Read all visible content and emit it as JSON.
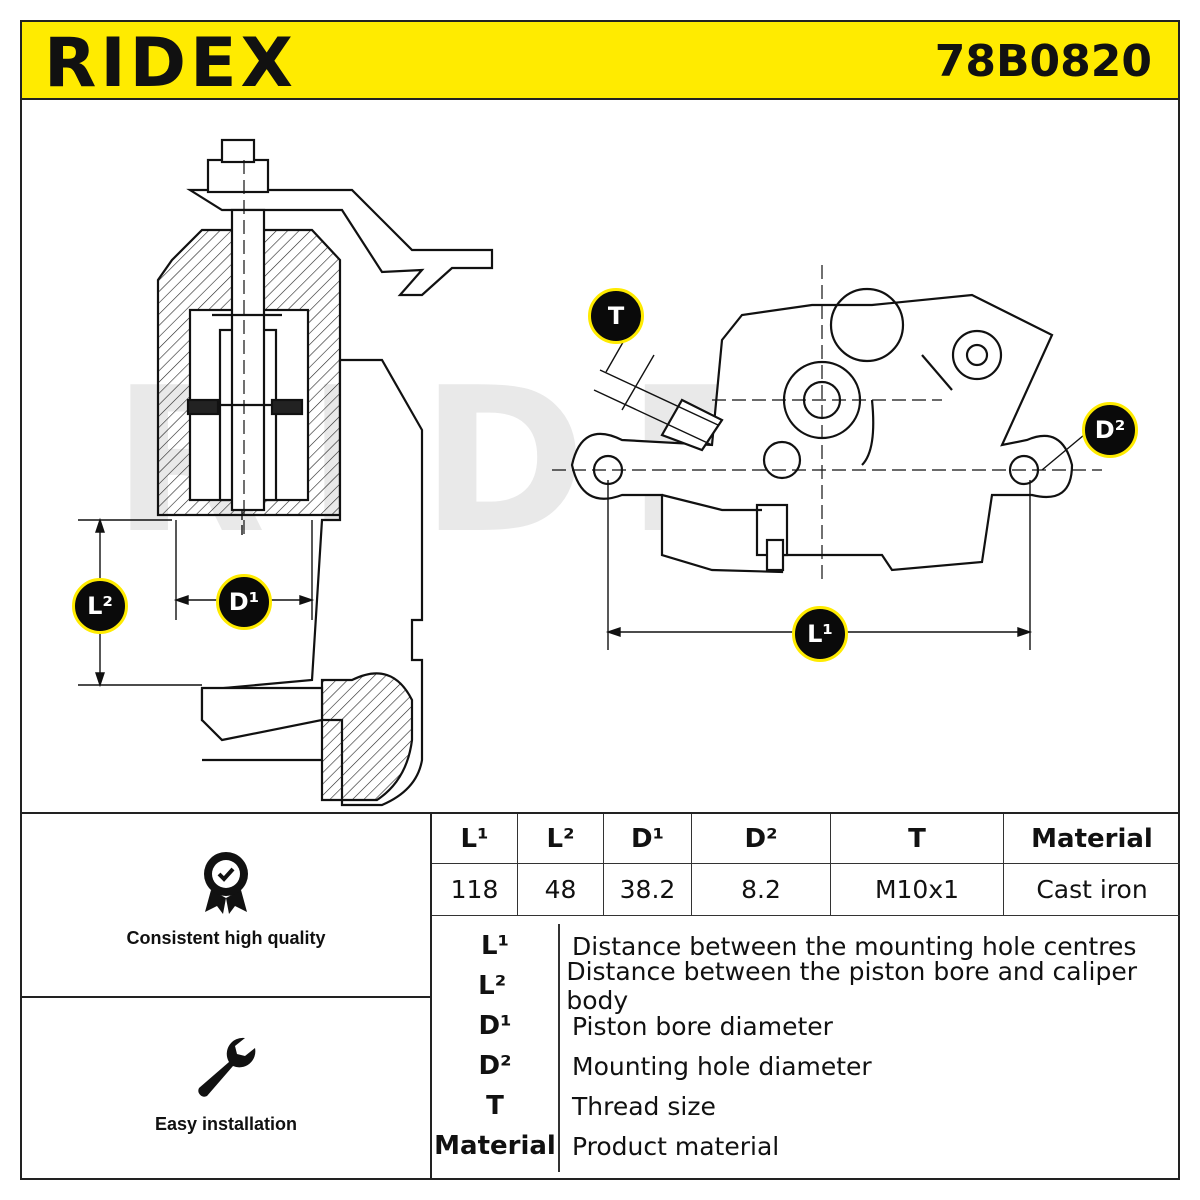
{
  "header": {
    "brand": "RIDEX",
    "part_number": "78B0820",
    "accent_color": "#ffeb00"
  },
  "watermark": "RIDEX",
  "badges": {
    "L1": "L¹",
    "L2": "L²",
    "D1": "D¹",
    "D2": "D²",
    "T": "T"
  },
  "features": [
    {
      "icon": "quality-badge-icon",
      "label": "Consistent high quality"
    },
    {
      "icon": "wrench-icon",
      "label": "Easy installation"
    }
  ],
  "specs": {
    "headers": [
      "L¹",
      "L²",
      "D¹",
      "D²",
      "T",
      "Material"
    ],
    "values": [
      "118",
      "48",
      "38.2",
      "8.2",
      "M10x1",
      "Cast iron"
    ]
  },
  "legend": [
    {
      "key": "L¹",
      "desc": "Distance between the mounting hole centres"
    },
    {
      "key": "L²",
      "desc": "Distance between the piston bore and caliper body"
    },
    {
      "key": "D¹",
      "desc": "Piston bore diameter"
    },
    {
      "key": "D²",
      "desc": "Mounting hole diameter"
    },
    {
      "key": "T",
      "desc": "Thread size"
    },
    {
      "key": "Material",
      "desc": "Product material"
    }
  ]
}
